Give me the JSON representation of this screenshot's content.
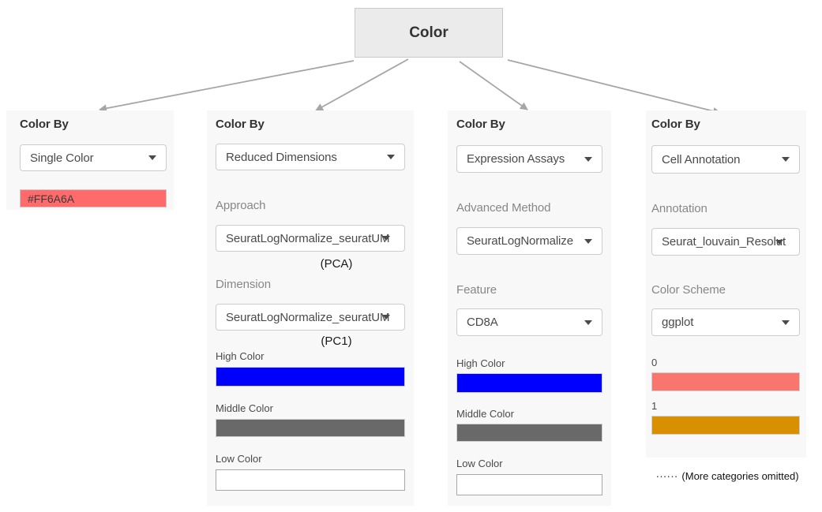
{
  "root": {
    "label": "Color"
  },
  "colors": {
    "arrow": "#A6A6A6",
    "panel_bg": "#F8F8F8",
    "single_color_swatch": "#FF6A6A",
    "high_color": "#0000FF",
    "middle_color": "#696969",
    "low_color": "#FFFFFF",
    "category_0": "#F8766D",
    "category_1": "#D89000"
  },
  "panels": [
    {
      "name": "single-color",
      "title": "Color By",
      "color_by": "Single Color",
      "swatch": {
        "text": "#FF6A6A",
        "color": "#FF6A6A"
      }
    },
    {
      "name": "reduced-dimensions",
      "title": "Color By",
      "color_by": "Reduced Dimensions",
      "approach": {
        "label": "Approach",
        "value": "SeuratLogNormalize_seuratUM",
        "note": "(PCA)"
      },
      "dimension": {
        "label": "Dimension",
        "value": "SeuratLogNormalize_seuratUM",
        "note": "(PC1)"
      },
      "high": {
        "label": "High Color",
        "color": "#0000FF"
      },
      "middle": {
        "label": "Middle Color",
        "color": "#696969"
      },
      "low": {
        "label": "Low Color",
        "color": "#FFFFFF"
      }
    },
    {
      "name": "expression-assays",
      "title": "Color By",
      "color_by": "Expression Assays",
      "method": {
        "label": "Advanced Method",
        "value": "SeuratLogNormalize"
      },
      "feature": {
        "label": "Feature",
        "value": "CD8A"
      },
      "high": {
        "label": "High Color",
        "color": "#0000FF"
      },
      "middle": {
        "label": "Middle Color",
        "color": "#696969"
      },
      "low": {
        "label": "Low Color",
        "color": "#FFFFFF"
      }
    },
    {
      "name": "cell-annotation",
      "title": "Color By",
      "color_by": "Cell Annotation",
      "annotation": {
        "label": "Annotation",
        "value": "Seurat_louvain_Resolut"
      },
      "scheme": {
        "label": "Color Scheme",
        "value": "ggplot"
      },
      "categories": [
        {
          "label": "0",
          "color": "#F8766D"
        },
        {
          "label": "1",
          "color": "#D89000"
        }
      ]
    }
  ],
  "footnote": {
    "dots": "······",
    "text": "(More categories omitted)"
  }
}
